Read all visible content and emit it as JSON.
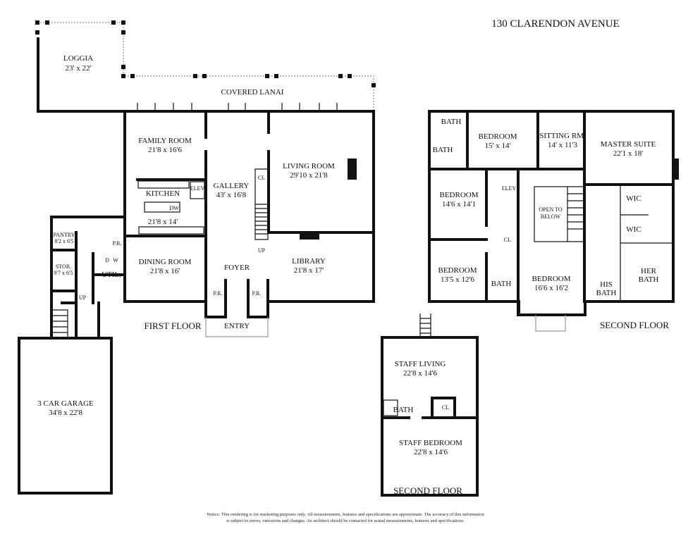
{
  "title": "130 CLARENDON AVENUE",
  "first_floor": {
    "label": "FIRST FLOOR",
    "rooms": {
      "loggia": {
        "name": "LOGGIA",
        "dims": "23' x 22'"
      },
      "lanai": {
        "name": "COVERED LANAI"
      },
      "family": {
        "name": "FAMILY ROOM",
        "dims": "21'8 x 16'6"
      },
      "kitchen": {
        "name": "KITCHEN",
        "dims": "21'8 x 14'"
      },
      "elev": {
        "name": "ELEV"
      },
      "dw": {
        "name": "DW"
      },
      "gallery": {
        "name": "GALLERY",
        "dims": "43' x 16'8"
      },
      "cl": {
        "name": "CL"
      },
      "up": {
        "name": "UP"
      },
      "living": {
        "name": "LIVING ROOM",
        "dims": "29'10 x 21'8"
      },
      "library": {
        "name": "LIBRARY",
        "dims": "21'8 x 17'"
      },
      "dining": {
        "name": "DINING ROOM",
        "dims": "21'8 x 16'"
      },
      "foyer": {
        "name": "FOYER"
      },
      "pr1": {
        "name": "P.R."
      },
      "pr2": {
        "name": "P.R."
      },
      "pr3": {
        "name": "P.R."
      },
      "entry": {
        "name": "ENTRY"
      },
      "pantry": {
        "name": "PANTRY",
        "dims": "8'2 x 6'5"
      },
      "stor": {
        "name": "STOR.",
        "dims": "9'7 x 6'5"
      },
      "util": {
        "name": "UTIL."
      },
      "d": {
        "name": "D"
      },
      "w": {
        "name": "W"
      },
      "up2": {
        "name": "UP"
      },
      "garage": {
        "name": "3 CAR GARAGE",
        "dims": "34'8 x 22'8"
      }
    }
  },
  "second_floor": {
    "label": "SECOND FLOOR",
    "rooms": {
      "bath1": {
        "name": "BATH"
      },
      "bath2": {
        "name": "BATH"
      },
      "bed1": {
        "name": "BEDROOM",
        "dims": "15' x 14'"
      },
      "sitting": {
        "name": "SITTING RM.",
        "dims": "14' x 11'3"
      },
      "master": {
        "name": "MASTER SUITE",
        "dims": "22'1 x 18'"
      },
      "bed2": {
        "name": "BEDROOM",
        "dims": "14'6 x 14'1"
      },
      "elev": {
        "name": "ELEV"
      },
      "open1": {
        "name": "OPEN TO"
      },
      "open2": {
        "name": "BELOW"
      },
      "cl": {
        "name": "CL"
      },
      "wic1": {
        "name": "WIC"
      },
      "wic2": {
        "name": "WIC"
      },
      "bed3": {
        "name": "BEDROOM",
        "dims": "13'5 x 12'6"
      },
      "bath3": {
        "name": "BATH"
      },
      "bed4": {
        "name": "BEDROOM",
        "dims": "16'6 x 16'2"
      },
      "his1": {
        "name": "HIS"
      },
      "his2": {
        "name": "BATH"
      },
      "her1": {
        "name": "HER"
      },
      "her2": {
        "name": "BATH"
      }
    }
  },
  "staff_floor": {
    "label": "SECOND FLOOR",
    "rooms": {
      "living": {
        "name": "STAFF LIVING",
        "dims": "22'8 x 14'6"
      },
      "bath": {
        "name": "BATH"
      },
      "cl": {
        "name": "CL"
      },
      "bedroom": {
        "name": "STAFF BEDROOM",
        "dims": "22'8 x 14'6"
      }
    }
  },
  "notice": {
    "line1": "Notice: This rendering is for marketing purposes only. All measurements, features and specifications are approximate. The accuracy of this information",
    "line2": "is subject to errors, omissions and changes. An architect should be contacted for actual measurements, features and specifications."
  }
}
